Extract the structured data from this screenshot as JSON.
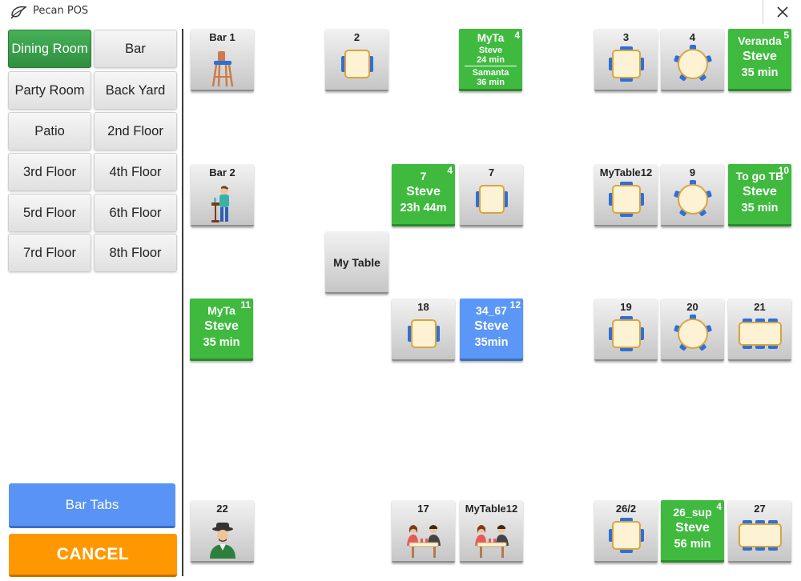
{
  "app": {
    "title": "Pecan POS",
    "logo_icon": "pecan-logo-icon",
    "close_icon": "close-icon"
  },
  "rooms": [
    {
      "label": "Dining Room",
      "active": true
    },
    {
      "label": "Bar"
    },
    {
      "label": "Party Room"
    },
    {
      "label": "Back Yard"
    },
    {
      "label": "Patio"
    },
    {
      "label": "2nd Floor"
    },
    {
      "label": "3rd Floor"
    },
    {
      "label": "4th Floor"
    },
    {
      "label": "5rd Floor"
    },
    {
      "label": "6th Floor"
    },
    {
      "label": "7rd Floor"
    },
    {
      "label": "8th Floor"
    }
  ],
  "actions": {
    "bar_tabs": "Bar Tabs",
    "cancel": "CANCEL"
  },
  "colors": {
    "occupied": "#3fba3f",
    "selected": "#5b97f6",
    "active_room": "#3a9c4a",
    "cancel": "#ff9800",
    "bar_tabs": "#5893f5",
    "table_top": "#fdf3d4",
    "chair": "#2f6fd6"
  },
  "tables": {
    "bar1": {
      "name": "Bar 1",
      "icon": "bar-stool-icon"
    },
    "t2": {
      "name": "2",
      "icon": "square-table-icon"
    },
    "myta4": {
      "name": "MyTa",
      "badge": "4",
      "server1": "Steve",
      "time1": "24 min",
      "server2": "Samanta",
      "time2": "36 min"
    },
    "t3": {
      "name": "3",
      "icon": "square-table-icon"
    },
    "t4": {
      "name": "4",
      "icon": "round-table-icon"
    },
    "veranda": {
      "name": "Veranda",
      "badge": "5",
      "server": "Steve",
      "time": "35 min"
    },
    "bar2": {
      "name": "Bar 2",
      "icon": "bar-patron-icon"
    },
    "t7a": {
      "name": "7",
      "badge": "4",
      "server": "Steve",
      "time": "23h 44m"
    },
    "t7b": {
      "name": "7",
      "icon": "square-table-icon"
    },
    "mytable12a": {
      "name": "MyTable12",
      "icon": "square-table-icon"
    },
    "t9": {
      "name": "9",
      "icon": "round-table-icon"
    },
    "togo": {
      "name": "To go TB",
      "badge": "10",
      "server": "Steve",
      "time": "35 min"
    },
    "mytable": {
      "name": "My Table"
    },
    "myta11": {
      "name": "MyTa",
      "badge": "11",
      "server": "Steve",
      "time": "35 min"
    },
    "t18": {
      "name": "18",
      "icon": "square-table-icon"
    },
    "t3467": {
      "name": "34_67",
      "badge": "12",
      "server": "Steve",
      "time": "35min"
    },
    "t19": {
      "name": "19",
      "icon": "square-table-icon"
    },
    "t20": {
      "name": "20",
      "icon": "round-table-icon"
    },
    "t21": {
      "name": "21",
      "icon": "long-table-icon"
    },
    "t22": {
      "name": "22",
      "icon": "host-person-icon"
    },
    "t17": {
      "name": "17",
      "icon": "dining-couple-icon"
    },
    "mytable12b": {
      "name": "MyTable12",
      "icon": "dining-couple-icon"
    },
    "t26_2": {
      "name": "26/2",
      "icon": "square-table-icon"
    },
    "t26sup": {
      "name": "26_sup",
      "badge": "4",
      "server": "Steve",
      "time": "56 min"
    },
    "t27": {
      "name": "27",
      "icon": "long-table-icon"
    }
  }
}
